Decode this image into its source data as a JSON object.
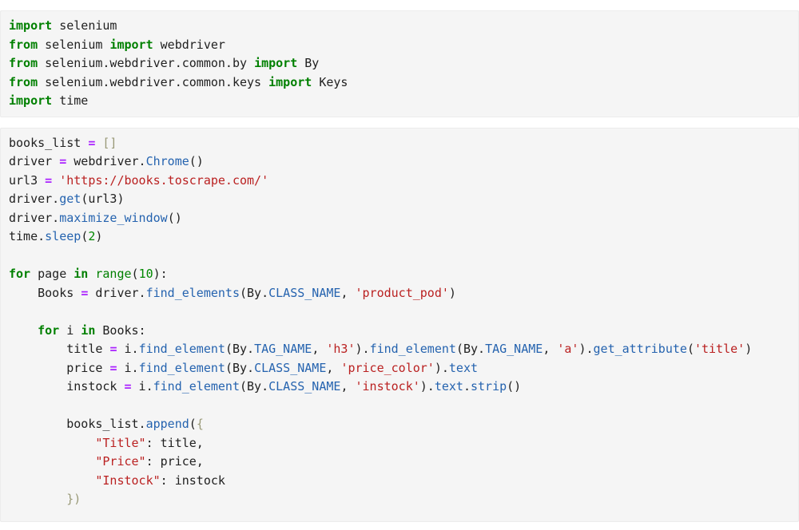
{
  "app": {
    "kind": "notebook-code-view"
  },
  "colors": {
    "page_bg": "#ffffff",
    "cell_bg": "#f5f5f5",
    "cell_border": "#ececec",
    "token": {
      "keyword": "#008000",
      "builtin": "#008000",
      "number": "#008800",
      "string": "#ba2121",
      "operator": "#aa22ff",
      "property": "#2563af",
      "bracket": "#999977",
      "default": "#212121"
    }
  },
  "cells": [
    {
      "id": "imports",
      "lines": [
        [
          [
            "kw",
            "import"
          ],
          [
            "df",
            " selenium"
          ]
        ],
        [
          [
            "kw",
            "from"
          ],
          [
            "df",
            " selenium "
          ],
          [
            "kw",
            "import"
          ],
          [
            "df",
            " webdriver"
          ]
        ],
        [
          [
            "kw",
            "from"
          ],
          [
            "df",
            " selenium.webdriver.common.by "
          ],
          [
            "kw",
            "import"
          ],
          [
            "df",
            " By"
          ]
        ],
        [
          [
            "kw",
            "from"
          ],
          [
            "df",
            " selenium.webdriver.common.keys "
          ],
          [
            "kw",
            "import"
          ],
          [
            "df",
            " Keys"
          ]
        ],
        [
          [
            "kw",
            "import"
          ],
          [
            "df",
            " time"
          ]
        ]
      ]
    },
    {
      "id": "scraper",
      "lines": [
        [
          [
            "df",
            "books_list "
          ],
          [
            "op",
            "="
          ],
          [
            "df",
            " "
          ],
          [
            "br",
            "[]"
          ]
        ],
        [
          [
            "df",
            "driver "
          ],
          [
            "op",
            "="
          ],
          [
            "df",
            " webdriver."
          ],
          [
            "pr",
            "Chrome"
          ],
          [
            "df",
            "()"
          ]
        ],
        [
          [
            "df",
            "url3 "
          ],
          [
            "op",
            "="
          ],
          [
            "df",
            " "
          ],
          [
            "st",
            "'https://books.toscrape.com/'"
          ]
        ],
        [
          [
            "df",
            "driver."
          ],
          [
            "pr",
            "get"
          ],
          [
            "df",
            "(url3)"
          ]
        ],
        [
          [
            "df",
            "driver."
          ],
          [
            "pr",
            "maximize_window"
          ],
          [
            "df",
            "()"
          ]
        ],
        [
          [
            "df",
            "time."
          ],
          [
            "pr",
            "sleep"
          ],
          [
            "df",
            "("
          ],
          [
            "nu",
            "2"
          ],
          [
            "df",
            ")"
          ]
        ],
        [],
        [
          [
            "kw",
            "for"
          ],
          [
            "df",
            " page "
          ],
          [
            "kw",
            "in"
          ],
          [
            "df",
            " "
          ],
          [
            "bi",
            "range"
          ],
          [
            "df",
            "("
          ],
          [
            "nu",
            "10"
          ],
          [
            "df",
            "):"
          ]
        ],
        [
          [
            "df",
            "    Books "
          ],
          [
            "op",
            "="
          ],
          [
            "df",
            " driver."
          ],
          [
            "pr",
            "find_elements"
          ],
          [
            "df",
            "(By."
          ],
          [
            "pr",
            "CLASS_NAME"
          ],
          [
            "df",
            ", "
          ],
          [
            "st",
            "'product_pod'"
          ],
          [
            "df",
            ")"
          ]
        ],
        [],
        [
          [
            "df",
            "    "
          ],
          [
            "kw",
            "for"
          ],
          [
            "df",
            " i "
          ],
          [
            "kw",
            "in"
          ],
          [
            "df",
            " Books:"
          ]
        ],
        [
          [
            "df",
            "        title "
          ],
          [
            "op",
            "="
          ],
          [
            "df",
            " i."
          ],
          [
            "pr",
            "find_element"
          ],
          [
            "df",
            "(By."
          ],
          [
            "pr",
            "TAG_NAME"
          ],
          [
            "df",
            ", "
          ],
          [
            "st",
            "'h3'"
          ],
          [
            "df",
            ")."
          ],
          [
            "pr",
            "find_element"
          ],
          [
            "df",
            "(By."
          ],
          [
            "pr",
            "TAG_NAME"
          ],
          [
            "df",
            ", "
          ],
          [
            "st",
            "'a'"
          ],
          [
            "df",
            ")."
          ],
          [
            "pr",
            "get_attribute"
          ],
          [
            "df",
            "("
          ],
          [
            "st",
            "'title'"
          ],
          [
            "df",
            ")"
          ]
        ],
        [
          [
            "df",
            "        price "
          ],
          [
            "op",
            "="
          ],
          [
            "df",
            " i."
          ],
          [
            "pr",
            "find_element"
          ],
          [
            "df",
            "(By."
          ],
          [
            "pr",
            "CLASS_NAME"
          ],
          [
            "df",
            ", "
          ],
          [
            "st",
            "'price_color'"
          ],
          [
            "df",
            ")."
          ],
          [
            "pr",
            "text"
          ]
        ],
        [
          [
            "df",
            "        instock "
          ],
          [
            "op",
            "="
          ],
          [
            "df",
            " i."
          ],
          [
            "pr",
            "find_element"
          ],
          [
            "df",
            "(By."
          ],
          [
            "pr",
            "CLASS_NAME"
          ],
          [
            "df",
            ", "
          ],
          [
            "st",
            "'instock'"
          ],
          [
            "df",
            ")."
          ],
          [
            "pr",
            "text"
          ],
          [
            "df",
            "."
          ],
          [
            "pr",
            "strip"
          ],
          [
            "df",
            "()"
          ]
        ],
        [],
        [
          [
            "df",
            "        books_list."
          ],
          [
            "pr",
            "append"
          ],
          [
            "df",
            "("
          ],
          [
            "br",
            "{"
          ]
        ],
        [
          [
            "df",
            "            "
          ],
          [
            "st",
            "\"Title\""
          ],
          [
            "df",
            ": title,"
          ]
        ],
        [
          [
            "df",
            "            "
          ],
          [
            "st",
            "\"Price\""
          ],
          [
            "df",
            ": price,"
          ]
        ],
        [
          [
            "df",
            "            "
          ],
          [
            "st",
            "\"Instock\""
          ],
          [
            "df",
            ": instock"
          ]
        ],
        [
          [
            "df",
            "        "
          ],
          [
            "br",
            "})"
          ]
        ]
      ]
    }
  ]
}
